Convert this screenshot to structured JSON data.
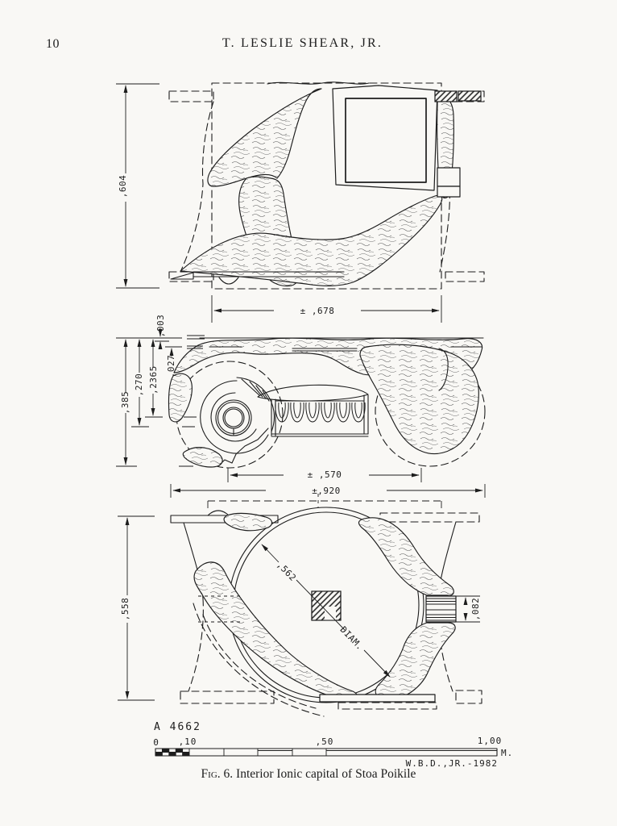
{
  "page": {
    "number": "10",
    "running_head": "T. LESLIE SHEAR, JR."
  },
  "figure": {
    "caption_label": "Fig. 6.",
    "caption_text": " Interior Ionic capital of Stoa Poikile",
    "catalog_number": "A 4662",
    "drafter_credit": "W.B.D.,JR.-1982"
  },
  "views": {
    "top": {
      "dim_height": ",604",
      "dim_width": "± ,678"
    },
    "side": {
      "dim_003": ",003",
      "dim_027": ",027",
      "dim_2365": ",2365",
      "dim_270": ",270",
      "dim_385": ",385",
      "dim_width_fragment": "± ,570",
      "dim_width_full": "±,920"
    },
    "bottom": {
      "dim_height": ",558",
      "dim_diameter": ",562",
      "diameter_word": "DIAM.",
      "dim_band": ",082"
    }
  },
  "scale_bar": {
    "t0": "0",
    "t10": ",10",
    "t50": ",50",
    "t100": "1,00",
    "unit": "M."
  },
  "colors": {
    "paper": "#f9f8f5",
    "ink": "#1d1d1d"
  }
}
